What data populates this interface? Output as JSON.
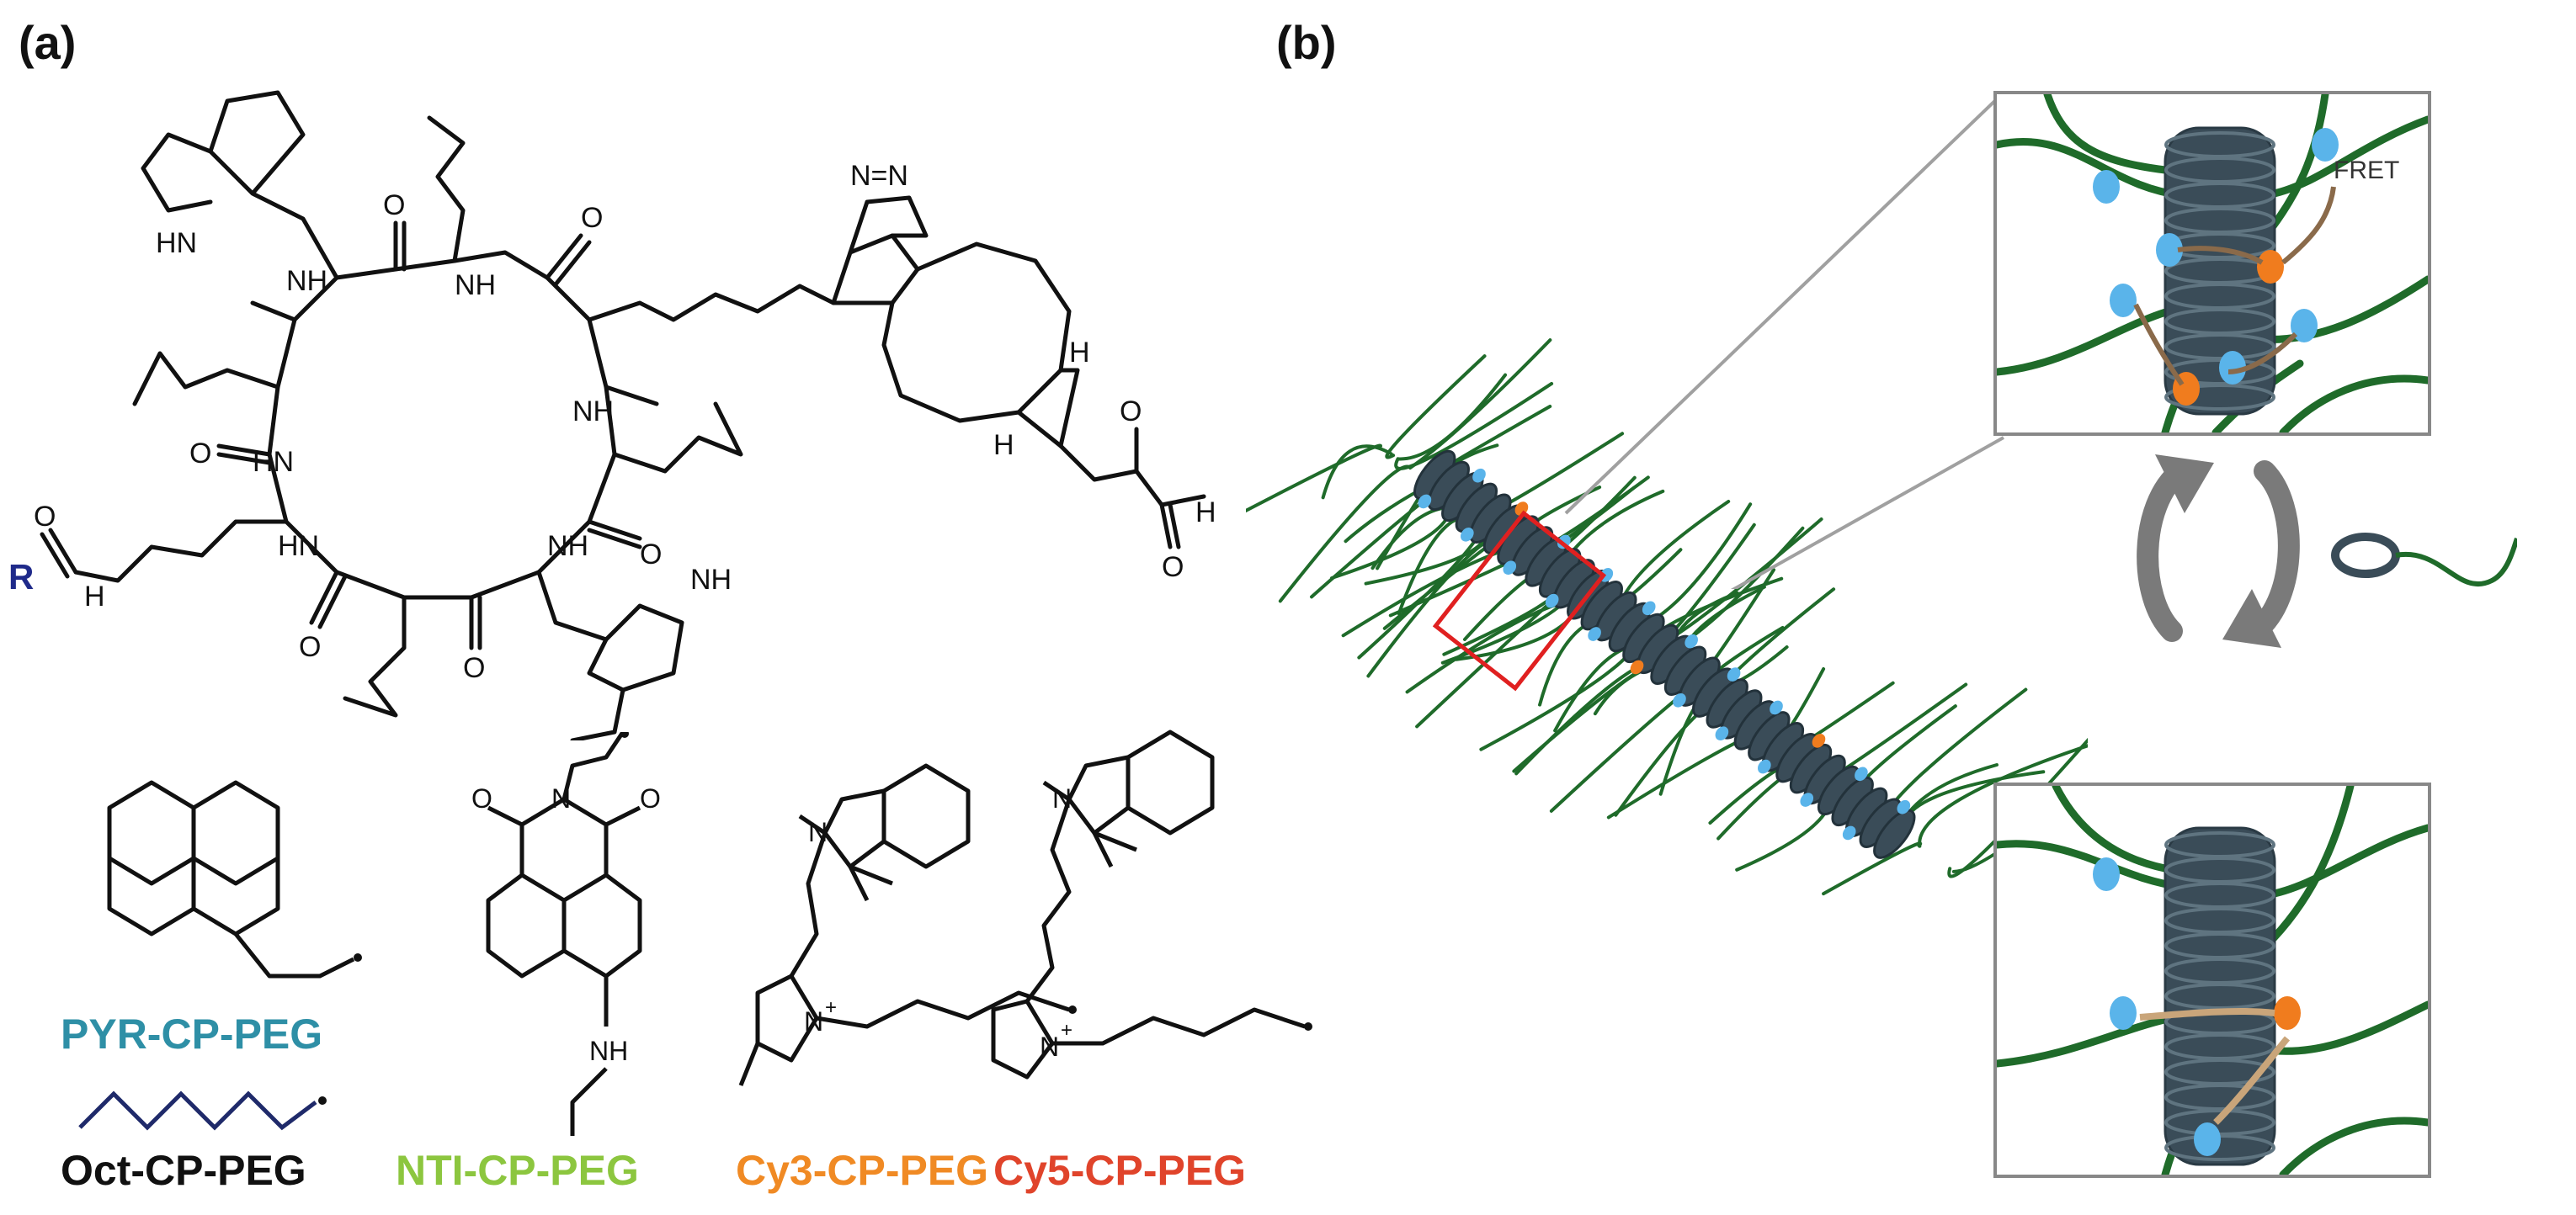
{
  "panels": {
    "a": "(a)",
    "b": "(b)"
  },
  "atoms": {
    "o": "O",
    "n": "N",
    "h": "H",
    "nh": "NH",
    "hn": "HN",
    "n_plus": "N",
    "plus": "+",
    "r_group": "R",
    "triazole": "N=N"
  },
  "labels": {
    "pyr": "PYR-CP-PEG",
    "oct": "Oct-CP-PEG",
    "nti": "NTI-CP-PEG",
    "cy3": "Cy3-CP-PEG",
    "cy5": "Cy5-CP-PEG",
    "fret": "FRET"
  },
  "colors": {
    "pyr": "#2e8fa6",
    "oct": "#111111",
    "nti": "#8cc63f",
    "cy3": "#f08a24",
    "cy5": "#e0442b",
    "r_group": "#1f2a8a",
    "oct_chain": "#1f2a6a",
    "polymer": "#1f6b2a",
    "nanotube": "#3a4c58",
    "donor": "#5ab4ea",
    "acceptor": "#f07c1e",
    "highlight_box": "#e02020",
    "arrow": "#8a6a4a"
  }
}
